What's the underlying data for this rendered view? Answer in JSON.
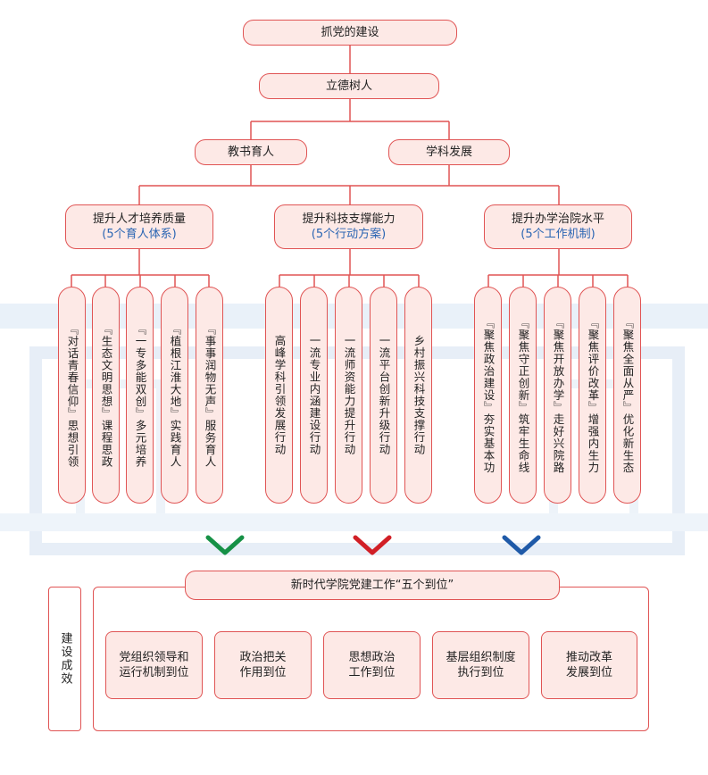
{
  "level1": "抓党的建设",
  "level2": "立德树人",
  "level3": [
    "教书育人",
    "学科发展"
  ],
  "groups": [
    {
      "title": "提升人才培养质量",
      "subtitle": "(5个育人体系)",
      "items": [
        "『对话青春信仰』思想引领",
        "『生态文明思想』课程思政",
        "『一专多能双创』多元培养",
        "『植根江淮大地』实践育人",
        "『事事润物无声』服务育人"
      ]
    },
    {
      "title": "提升科技支撑能力",
      "subtitle": "(5个行动方案)",
      "items": [
        "高峰学科引领发展行动",
        "一流专业内涵建设行动",
        "一流师资能力提升行动",
        "一流平台创新升级行动",
        "乡村振兴科技支撑行动"
      ]
    },
    {
      "title": "提升办学治院水平",
      "subtitle": "(5个工作机制)",
      "items": [
        "『聚焦政治建设』夯实基本功",
        "『聚焦守正创新』筑牢生命线",
        "『聚焦开放办学』走好兴院路",
        "『聚焦评价改革』增强内生力",
        "『聚焦全面从严』优化新生态"
      ]
    }
  ],
  "chevron_colors": [
    "#169146",
    "#d11f26",
    "#1f5aa8"
  ],
  "results": {
    "side_label": "建设成效",
    "title": "新时代学院党建工作“五个到位”",
    "items": [
      [
        "党组织领导和",
        "运行机制到位"
      ],
      [
        "政治把关",
        "作用到位"
      ],
      [
        "思想政治",
        "工作到位"
      ],
      [
        "基层组织制度",
        "执行到位"
      ],
      [
        "推动改革",
        "发展到位"
      ]
    ]
  },
  "colors": {
    "box_fill": "#fde9e6",
    "box_border": "#e05454",
    "subtitle": "#2a65b3",
    "background_motif": "#e6eff8"
  }
}
